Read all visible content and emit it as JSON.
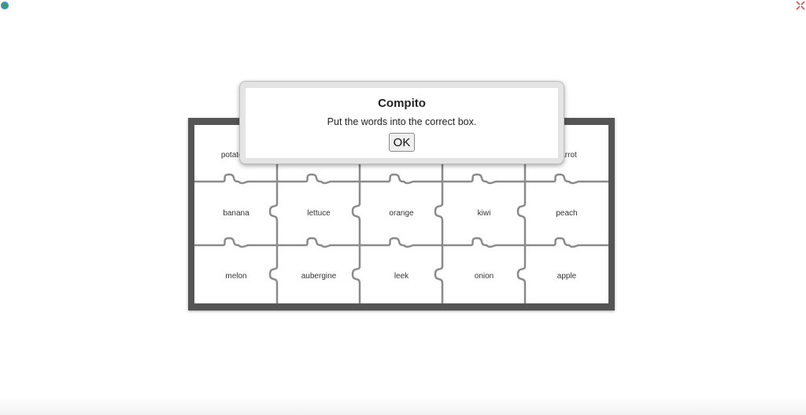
{
  "dialog": {
    "title": "Compito",
    "message": "Put the words into the correct box.",
    "ok_label": "OK"
  },
  "puzzle": {
    "rows": [
      [
        "potatoes",
        "",
        "",
        "",
        "carrot"
      ],
      [
        "banana",
        "lettuce",
        "orange",
        "kiwi",
        "peach"
      ],
      [
        "melon",
        "aubergine",
        "leek",
        "onion",
        "apple"
      ]
    ]
  },
  "colors": {
    "board_frame": "#555555",
    "piece_outline": "#8a8a8a",
    "dialog_frame": "#e4e4e4"
  },
  "icons": {
    "top_left": "globe-refresh-icon",
    "top_right": "fullscreen-icon"
  }
}
